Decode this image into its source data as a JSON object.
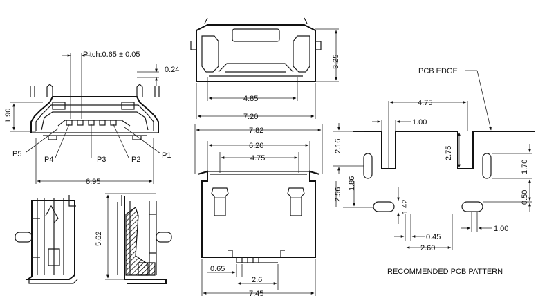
{
  "front_view": {
    "pitch": "Pitch:0.65 ± 0.05",
    "dim_0_24": "0.24",
    "dim_1_90": "1.90",
    "dim_6_95": "6.95",
    "pins": [
      "P5",
      "P4",
      "P3",
      "P2",
      "P1"
    ]
  },
  "side_view": {
    "dim_5_62": "5.62"
  },
  "top_view": {
    "dim_3_25": "3.25",
    "dim_4_85": "4.85",
    "dim_7_20": "7.20"
  },
  "bottom_view": {
    "dim_7_82": "7.82",
    "dim_6_20": "6.20",
    "dim_4_75": "4.75",
    "dim_0_65": "0.65",
    "dim_2_6": "2.6",
    "dim_7_45": "7.45"
  },
  "pcb_pattern": {
    "pcb_edge": "PCB EDGE",
    "dim_4_75": "4.75",
    "dim_1_00_top": "1.00",
    "dim_2_16": "2.16",
    "dim_2_75": "2.75",
    "dim_1_70": "1.70",
    "dim_2_56": "2.56",
    "dim_1_86": "1.86",
    "dim_1_42": "1.42",
    "dim_0_50": "0.50",
    "dim_0_45": "0.45",
    "dim_2_60": "2.60",
    "dim_1_00_bottom": "1.00",
    "caption": "RECOMMENDED PCB PATTERN"
  }
}
